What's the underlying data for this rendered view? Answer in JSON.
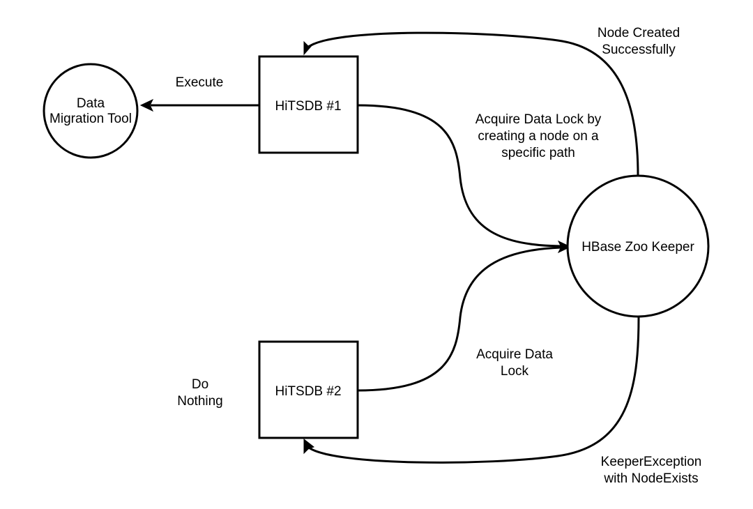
{
  "diagram": {
    "nodes": {
      "hitsdb1": {
        "label": "HiTSDB #1",
        "shape": "rectangle"
      },
      "hitsdb2": {
        "label": "HiTSDB #2",
        "shape": "rectangle"
      },
      "migration_tool": {
        "label_line1": "Data",
        "label_line2": "Migration Tool",
        "shape": "circle"
      },
      "zookeeper": {
        "label": "HBase Zoo Keeper",
        "shape": "circle"
      }
    },
    "edges": {
      "execute": {
        "label": "Execute",
        "from": "HiTSDB #1",
        "to": "Data Migration Tool"
      },
      "acquire_lock_1": {
        "label_line1": "Acquire Data Lock by",
        "label_line2": "creating a node on a",
        "label_line3": "specific path",
        "from": "HiTSDB #1",
        "to": "HBase Zoo Keeper"
      },
      "acquire_lock_2": {
        "label_line1": "Acquire Data",
        "label_line2": "Lock",
        "from": "HiTSDB #2",
        "to": "HBase Zoo Keeper"
      },
      "node_created": {
        "label_line1": "Node Created",
        "label_line2": "Successfully",
        "from": "HBase Zoo Keeper",
        "to": "HiTSDB #1"
      },
      "keeper_exception": {
        "label_line1": "KeeperException",
        "label_line2": "with NodeExists",
        "from": "HBase Zoo Keeper",
        "to": "HiTSDB #2"
      }
    },
    "annotations": {
      "do_nothing": {
        "line1": "Do",
        "line2": "Nothing"
      }
    },
    "colors": {
      "stroke": "#000000",
      "fill": "#ffffff",
      "text": "#000000"
    }
  }
}
